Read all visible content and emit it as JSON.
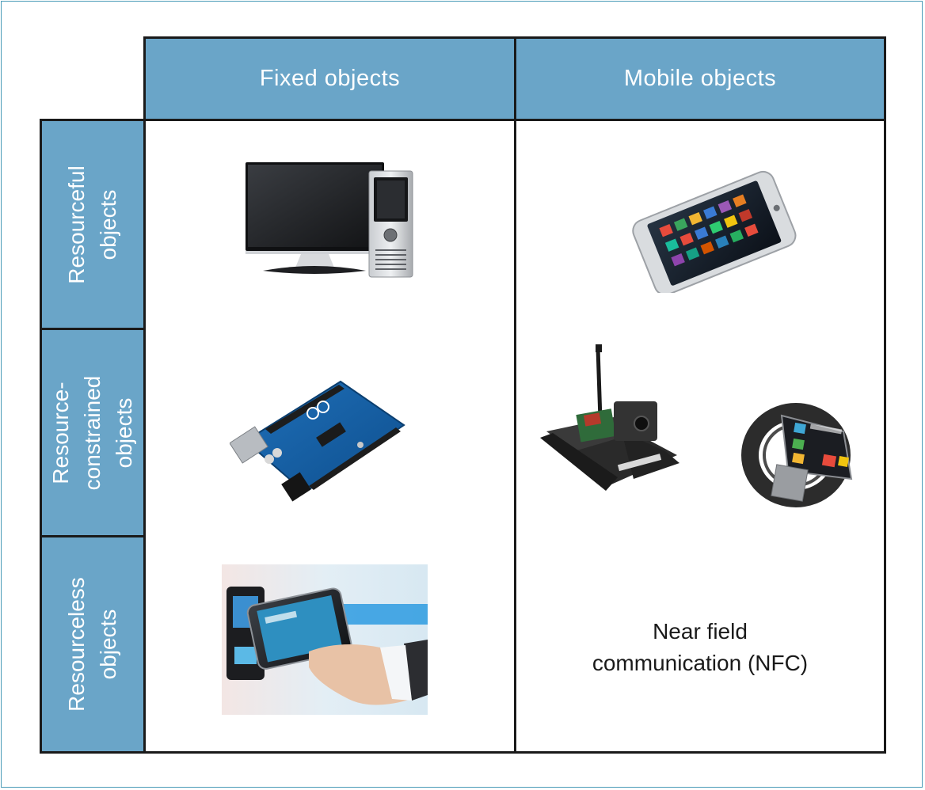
{
  "columns": [
    "Fixed objects",
    "Mobile objects"
  ],
  "rows": [
    {
      "line1": "Resourceful",
      "line2": "objects"
    },
    {
      "line1": "Resource-",
      "line2": "constrained",
      "line3": "objects"
    },
    {
      "line1": "Resourceless",
      "line2": "objects"
    }
  ],
  "nfc_label": {
    "line1": "Near field",
    "line2": "communication (NFC)"
  },
  "images": [
    "desktop-computer",
    "smartphone",
    "arduino-uno-board",
    "tracked-robot",
    "smartwatch",
    "nfc-payment-terminal"
  ],
  "colors": {
    "header_fill": "#6aa5c8",
    "border": "#1a1a1a",
    "frame": "#4a9bb8"
  }
}
